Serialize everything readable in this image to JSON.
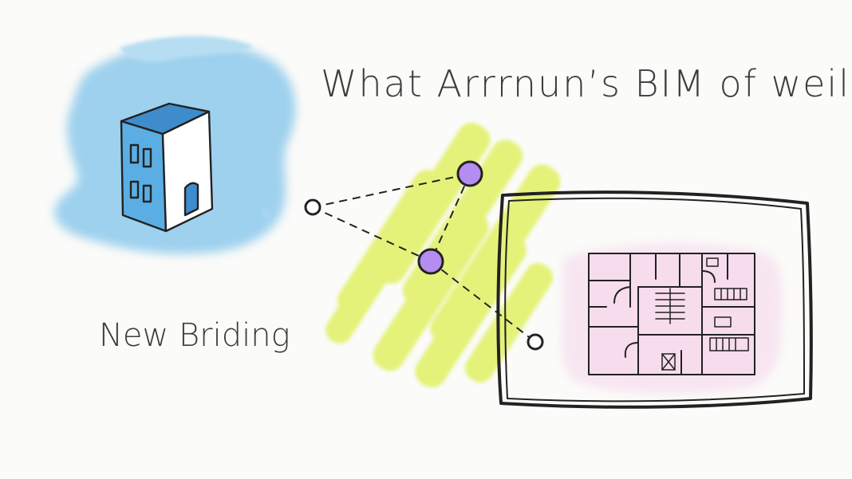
{
  "headline": "What Arrrnun’s BIM of weill",
  "building_label": "New Briding",
  "icons": {
    "building": "building-icon",
    "floor_plan": "floor-plan-icon"
  },
  "colors": {
    "blue_wash": "#7fc3ea",
    "yellow_wash": "#dff05a",
    "pink_wash": "#f6dcec",
    "node_purple": "#b58cf0",
    "line": "#222222",
    "text": "#3d3d3d"
  },
  "nodes": [
    {
      "id": "start",
      "fill": "#ffffff"
    },
    {
      "id": "top",
      "fill": "#b58cf0"
    },
    {
      "id": "middle",
      "fill": "#b58cf0"
    },
    {
      "id": "end",
      "fill": "#ffffff"
    }
  ],
  "edges": [
    {
      "from": "start",
      "to": "top"
    },
    {
      "from": "start",
      "to": "middle"
    },
    {
      "from": "top",
      "to": "middle"
    },
    {
      "from": "middle",
      "to": "end"
    }
  ]
}
